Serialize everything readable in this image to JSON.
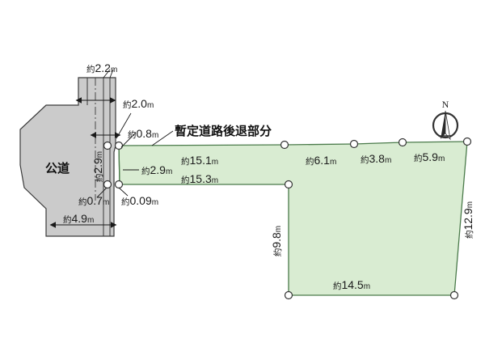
{
  "diagram": {
    "title": "暫定道路後退部分",
    "road_label": "公道",
    "compass": {
      "label": "N",
      "icon": "compass-north-icon"
    },
    "colors": {
      "parcel_fill": "#d9ecd2",
      "parcel_stroke": "#4a7a4a",
      "road_fill": "#cbcbcb",
      "road_stroke": "#3a3a3a",
      "text": "#1a1a1a",
      "background": "#ffffff"
    },
    "measurements": {
      "top_road_width": "約2.2m",
      "mid_road_width": "約2.0m",
      "setback_width": "約0.8m",
      "frontage_vertical": "約2.9m",
      "setback_depth": "約2.9m",
      "corner_left": "約0.7m",
      "corner_right": "約0.09m",
      "road_bottom_width": "約4.9m",
      "north_run_1": "約15.1m",
      "south_run_1": "約15.3m",
      "north_run_2": "約6.1m",
      "north_run_3": "約3.8m",
      "north_run_4": "約5.9m",
      "right_edge": "約12.9m",
      "inner_vertical": "約9.8m",
      "bottom_edge": "約14.5m"
    },
    "measurement_parts": {
      "top_road_width": {
        "approx": "約",
        "num": "2.2",
        "unit": "m"
      },
      "mid_road_width": {
        "approx": "約",
        "num": "2.0",
        "unit": "m"
      },
      "setback_width": {
        "approx": "約",
        "num": "0.8",
        "unit": "m"
      },
      "frontage_vertical": {
        "approx": "約",
        "num": "2.9",
        "unit": "m"
      },
      "setback_depth": {
        "approx": "約",
        "num": "2.9",
        "unit": "m"
      },
      "corner_left": {
        "approx": "約",
        "num": "0.7",
        "unit": "m"
      },
      "corner_right": {
        "approx": "約",
        "num": "0.09",
        "unit": "m"
      },
      "road_bottom_width": {
        "approx": "約",
        "num": "4.9",
        "unit": "m"
      },
      "north_run_1": {
        "approx": "約",
        "num": "15.1",
        "unit": "m"
      },
      "south_run_1": {
        "approx": "約",
        "num": "15.3",
        "unit": "m"
      },
      "north_run_2": {
        "approx": "約",
        "num": "6.1",
        "unit": "m"
      },
      "north_run_3": {
        "approx": "約",
        "num": "3.8",
        "unit": "m"
      },
      "north_run_4": {
        "approx": "約",
        "num": "5.9",
        "unit": "m"
      },
      "right_edge": {
        "approx": "約",
        "num": "12.9",
        "unit": "m"
      },
      "inner_vertical": {
        "approx": "約",
        "num": "9.8",
        "unit": "m"
      },
      "bottom_edge": {
        "approx": "約",
        "num": "14.5",
        "unit": "m"
      }
    }
  }
}
